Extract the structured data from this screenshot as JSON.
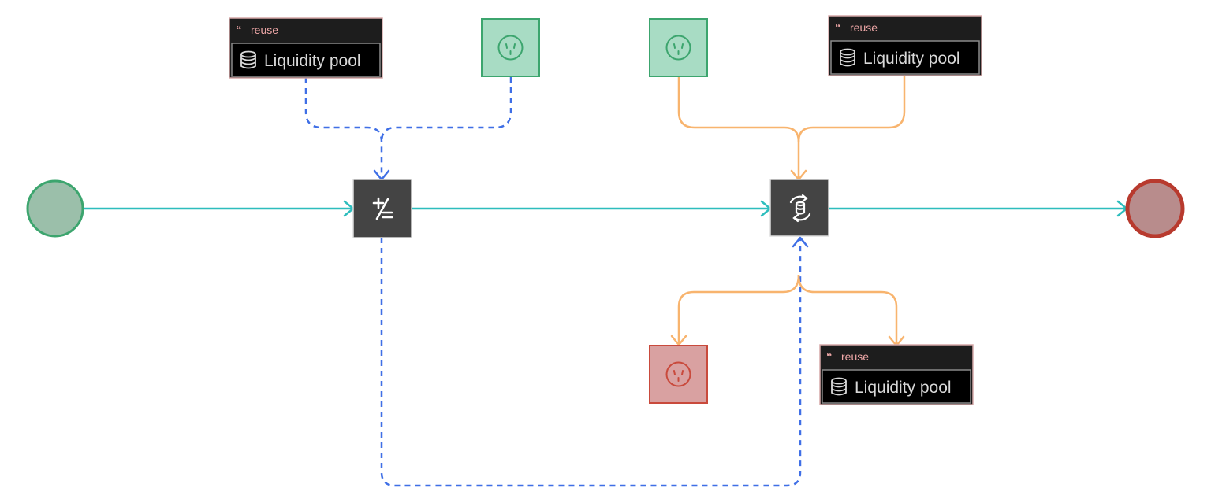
{
  "diagram": {
    "start_event": {
      "color": "#9bbfaa",
      "stroke": "#3ca56e"
    },
    "end_event": {
      "color": "#b88c8c",
      "stroke": "#b83a2e"
    },
    "tasks": [
      {
        "icon": "plus-minus-equals-icon"
      },
      {
        "icon": "swap-database-icon"
      }
    ],
    "data_objects": [
      {
        "tag": "reuse",
        "label": "Liquidity pool",
        "icon": "database-icon"
      },
      {
        "tag": "reuse",
        "label": "Liquidity pool",
        "icon": "database-icon"
      },
      {
        "tag": "reuse",
        "label": "Liquidity pool",
        "icon": "database-icon"
      }
    ],
    "wallets": [
      {
        "kind": "input",
        "color": "green",
        "icon": "wallet-icon"
      },
      {
        "kind": "input",
        "color": "green",
        "icon": "wallet-icon"
      },
      {
        "kind": "output",
        "color": "red",
        "icon": "wallet-icon"
      }
    ],
    "colors": {
      "sequence_flow": "#2dbdbd",
      "data_association_dashed": "#3f6fe6",
      "data_association_solid": "#f8b46e",
      "task_fill": "#444444",
      "wallet_green": "#a8dcc4",
      "wallet_red": "#d9a1a1"
    }
  }
}
